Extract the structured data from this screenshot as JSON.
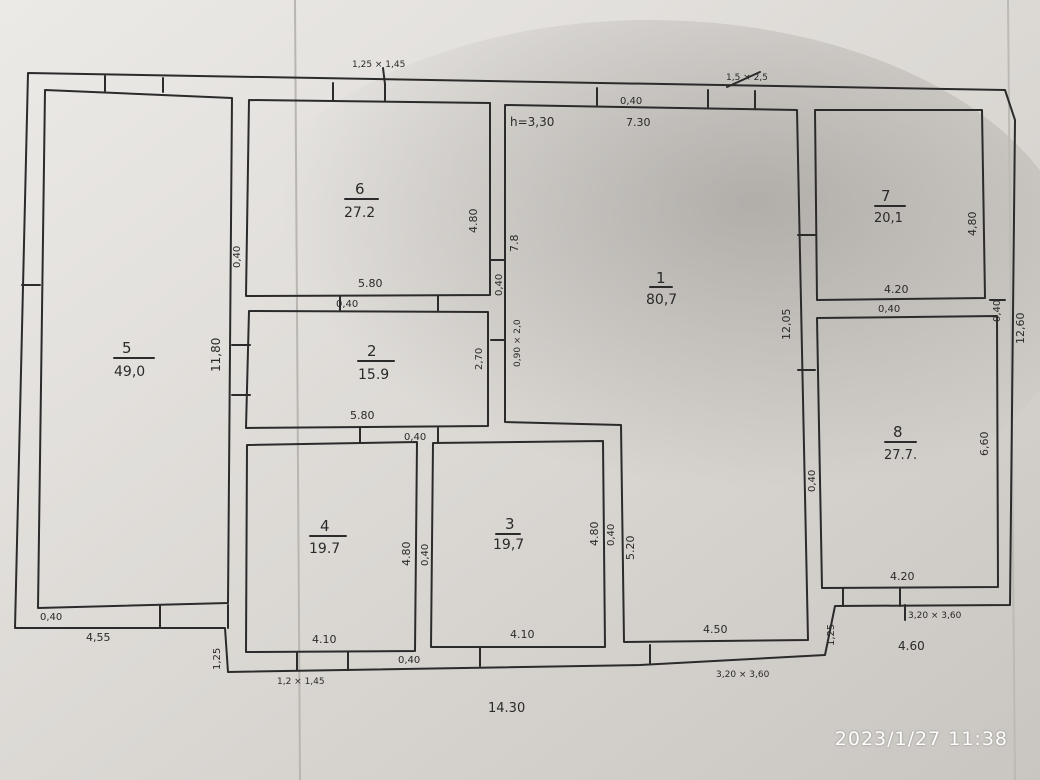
{
  "plan": {
    "rooms": [
      {
        "number": "1",
        "area": "80,7"
      },
      {
        "number": "2",
        "area": "15.9"
      },
      {
        "number": "3",
        "area": "19,7"
      },
      {
        "number": "4",
        "area": "19.7"
      },
      {
        "number": "5",
        "area": "49,0"
      },
      {
        "number": "6",
        "area": "27.2"
      },
      {
        "number": "7",
        "area": "20,1"
      },
      {
        "number": "8",
        "area": "27.7."
      }
    ],
    "dims": {
      "window_top_left": "1,25 × 1,45",
      "window_top_right": "1,5 × 2,5",
      "wall_top": "0,40",
      "height_h": "h=3,30",
      "room1_width": "7.30",
      "room6_height": "4.80",
      "room6_wall": "0,40",
      "room1_side": "7.8",
      "room6_width": "5.80",
      "room6_bottom_wall": "0,40",
      "wall_right_6": "0,40",
      "room5_height": "11,80",
      "room2_height": "2,70",
      "room2_door": "0,90 × 2,0",
      "room2_width": "5.80",
      "wall_mid": "0,40",
      "room1_height": "12,05",
      "room7_width": "4.20",
      "room7_height": "4,80",
      "wall_7_8": "0,40",
      "wall_right_outer": "0,40",
      "total_height": "12,60",
      "room8_height": "6,60",
      "room8_wall": "0,40",
      "room8_width": "4.20",
      "room4_height": "4.80",
      "room4_wall": "0,40",
      "room3_height": "4.80",
      "room3_wall": "0,40",
      "room1_low_height": "5.20",
      "room5_wall": "0,40",
      "room5_width": "4,55",
      "step_left": "1,25",
      "room4_width": "4.10",
      "window_bottom": "1,2 × 1,45",
      "wall_bottom": "0,40",
      "room3_width": "4.10",
      "room1_width_low": "4.50",
      "door_bottom": "3,20 × 3,60",
      "step_right": "1,25",
      "door_right": "3,20 × 3,60",
      "room8_section": "4.60",
      "total_width": "14.30"
    }
  },
  "stamp": {
    "datetime": "2023/1/27 11:38"
  }
}
